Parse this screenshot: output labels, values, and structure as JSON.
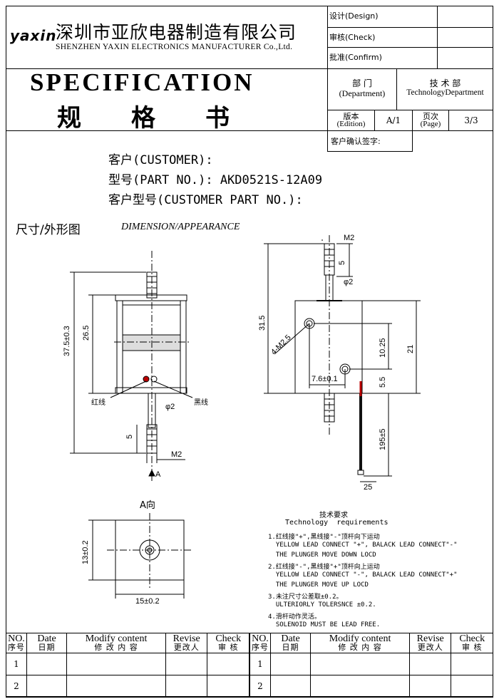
{
  "header": {
    "logo": "yaxin",
    "company_cn": "深圳市亚欣电器制造有限公司",
    "company_en": "SHENZHEN YAXIN ELECTRONICS MANUFACTURER Co.,Ltd.",
    "title_en": "SPECIFICATION",
    "title_cn": "规格书",
    "design": "设计(Design)",
    "check": "审核(Check)",
    "confirm": "批准(Confirm)",
    "dept_cn": "部  门",
    "dept_en": "(Department)",
    "tech_cn": "技 术 部",
    "tech_en": "TechnologyDepartment",
    "edition_cn": "版本",
    "edition_en": "(Edition)",
    "edition_value": "A/1",
    "page_cn": "页次",
    "page_en": "(Page)",
    "page_value": "3/3",
    "customer_sign": "客户确认签字:"
  },
  "info": {
    "customer": "客户(CUSTOMER):",
    "part_no": "型号(PART NO.): AKD0521S-12A09",
    "customer_part": "客户型号(CUSTOMER PART NO.):"
  },
  "dimension": {
    "title_cn": "尺寸/外形图",
    "title_en": "DIMENSION/APPEARANCE",
    "left": {
      "total_height": "37.5±0.3",
      "body_height": "26.5",
      "red_wire": "红线",
      "black_wire": "黑线",
      "shaft_dia": "φ2",
      "thread_len": "5",
      "thread": "M2",
      "view_arrow": "A"
    },
    "right": {
      "thread": "M2",
      "thread_len": "5",
      "shaft_dia": "φ2",
      "height": "31.5",
      "holes": "4-M2.5",
      "hole_spacing": "10.25",
      "body_height": "21",
      "hole_offset": "7.6±0.1",
      "bottom": "5.5",
      "wire_len": "195±5",
      "strip": "25"
    },
    "view_a": {
      "title": "A向",
      "height": "13±0.2",
      "width": "15±0.2"
    }
  },
  "requirements": {
    "title_cn": "技术要求",
    "title_en": "Technology  requirements",
    "lines": [
      "1.红线接\"+\",黑线接\"-\"顶杆向下运动",
      "  YELLOW LEAD CONNECT \"+\", BALACK LEAD CONNECT\"-\"",
      "  THE PLUNGER MOVE DOWN LOCD",
      "2.红线接\"-\",黑线接\"+\"顶杆向上运动",
      "  YELLOW LEAD CONNECT \"-\", BALACK LEAD CONNECT\"+\"",
      "  THE PLUNGER MOVE UP LOCD",
      "3.未注尺寸公差取±0.2。",
      "  ULTERIORLY TOLERSNCE ±0.2.",
      "4.滑杆动作灵活。",
      "  SOLENOID MUST BE LEAD FREE."
    ]
  },
  "revision": {
    "headers": [
      {
        "en": "NO.",
        "cn": "序号"
      },
      {
        "en": "Date",
        "cn": "日期"
      },
      {
        "en": "Modify content",
        "cn": "修 改 内 容"
      },
      {
        "en": "Revise",
        "cn": "更改人"
      },
      {
        "en": "Check",
        "cn": "审 核"
      }
    ],
    "rows": [
      "1",
      "2"
    ]
  }
}
